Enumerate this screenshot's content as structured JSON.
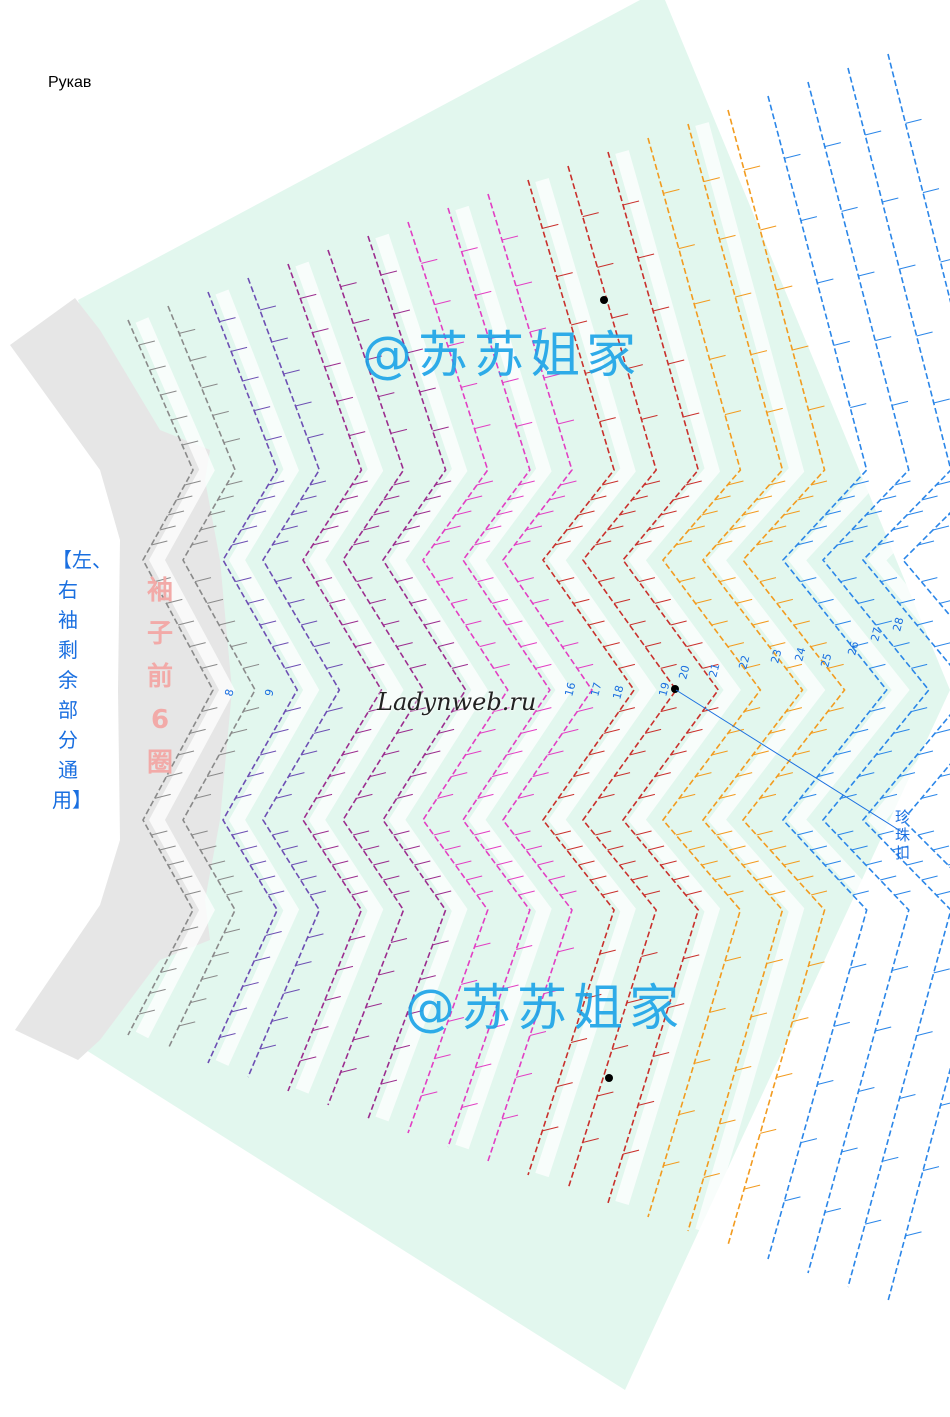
{
  "title": "Рукав",
  "side_note": "【左、右袖剩余部分通用】",
  "sleeve_note": "袖子前6圈",
  "watermark": "@苏苏姐家",
  "site": "Ladynweb.ru",
  "pearl_label": "珍珠扣",
  "row_labels": [
    "8",
    "9",
    "16",
    "17",
    "18",
    "19",
    "20",
    "21",
    "22",
    "23",
    "24",
    "25",
    "26",
    "27",
    "28"
  ],
  "colors": {
    "mint": "#e2f7ee",
    "grey": "#e6e6e6",
    "grey_rows": "#8a8a8a",
    "violet": "#6d4fb3",
    "purple": "#9b2d8e",
    "magenta": "#e23fc3",
    "red": "#c9302c",
    "orange": "#f29b1f",
    "blue": "#2b86e8",
    "accent_text": "#1a6fe0"
  },
  "row_colors": [
    "grey_rows",
    "grey_rows",
    "violet",
    "violet",
    "purple",
    "purple",
    "purple",
    "magenta",
    "magenta",
    "magenta",
    "red",
    "red",
    "red",
    "orange",
    "orange",
    "orange",
    "blue",
    "blue",
    "blue",
    "blue"
  ]
}
